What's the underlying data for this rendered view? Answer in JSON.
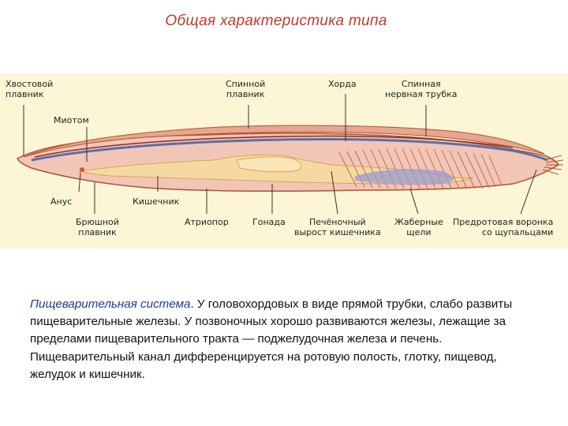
{
  "slide": {
    "title": "Общая характеристика типа"
  },
  "figure": {
    "labels": {
      "tail_fin": "Хвостовой\nплавник",
      "dorsal_fin": "Спинной\nплавник",
      "notochord": "Хорда",
      "neural_tube": "Спинная\nнервная трубка",
      "myotome": "Миотом",
      "anus": "Анус",
      "intestine": "Кишечник",
      "ventral_fin": "Брюшной\nплавник",
      "atriopore": "Атриопор",
      "gonad": "Гонада",
      "hepatic": "Печёночный\nвырост кишечника",
      "gill_slits": "Жаберные\nщели",
      "oral_funnel": "Предротовая воронка\nсо щупальцами"
    },
    "colors": {
      "background": "#fdf6d6",
      "body": "#f2c6b6",
      "notochord": "#5b6fa8",
      "gut": "#f6d9a0",
      "gills": "#c1604f",
      "gonad": "#9a9ad0"
    }
  },
  "text": {
    "heading": "Пищеварительная система",
    "body": ". У головохордовых в виде прямой трубки, слабо развиты пищеварительные железы. У позвоночных хорошо развиваются железы, лежащие за пределами пищеварительного тракта — поджелудочная железа и печень. Пищеварительный канал дифференцируется на ротовую полость, глотку, пищевод, желудок и кишечник."
  }
}
